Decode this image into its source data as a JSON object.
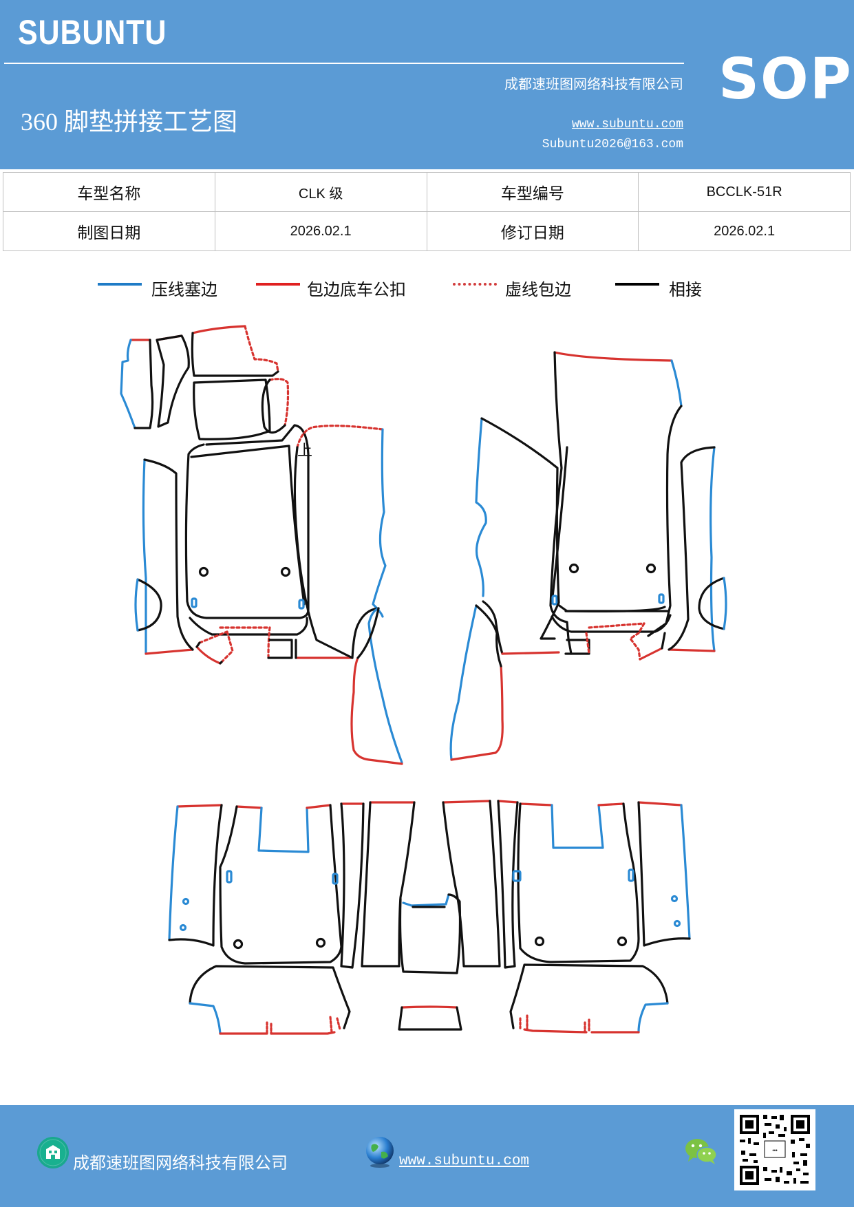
{
  "header": {
    "brand": "SUBUNTU",
    "company": "成都速班图网络科技有限公司",
    "title": "360 脚垫拼接工艺图",
    "website": "www.subuntu.com",
    "email": "Subuntu2026@163.com",
    "badge": "SOP"
  },
  "info_table": {
    "model_name_label": "车型名称",
    "model_name_value": "CLK 级",
    "model_code_label": "车型编号",
    "model_code_value": "BCCLK-51R",
    "draw_date_label": "制图日期",
    "draw_date_value": "2026.02.1",
    "revise_date_label": "修订日期",
    "revise_date_value": "2026.02.1"
  },
  "legend": [
    {
      "label": "压线塞边",
      "color": "#1f7bc6",
      "style": "solid"
    },
    {
      "label": "包边底车公扣",
      "color": "#e02020",
      "style": "solid"
    },
    {
      "label": "虚线包边",
      "color": "#d23c3c",
      "style": "dotted"
    },
    {
      "label": "相接",
      "color": "#000000",
      "style": "solid"
    }
  ],
  "drawing": {
    "mark_up": "上"
  },
  "footer": {
    "company": "成都速班图网络科技有限公司",
    "website": "www.subuntu.com",
    "icons": [
      "building-icon",
      "globe-icon",
      "wechat-icon",
      "qr-code"
    ]
  },
  "colors": {
    "header_bg": "#5b9bd5",
    "blue_edge": "#2a8ad4",
    "red_edge": "#d7332f",
    "black_edge": "#111111"
  }
}
